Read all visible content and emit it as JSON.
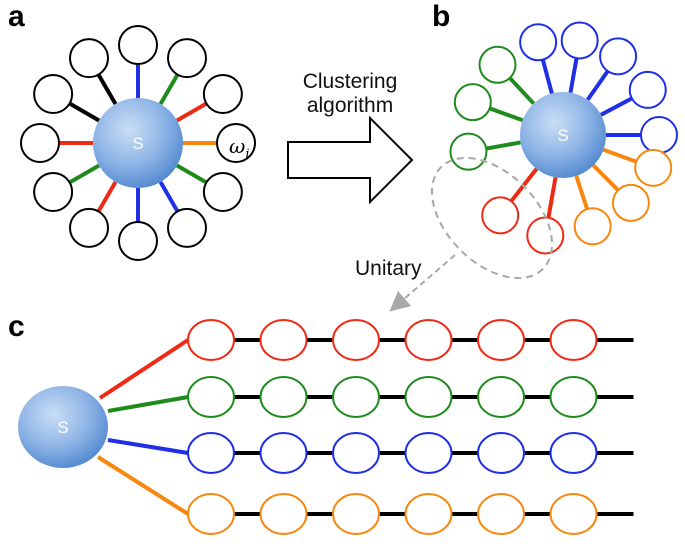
{
  "panels": {
    "a": {
      "label": "a"
    },
    "b": {
      "label": "b"
    },
    "c": {
      "label": "c"
    }
  },
  "system_label": "S",
  "mode_label": {
    "symbol": "ω",
    "subscript": "i"
  },
  "arrow_text": [
    "Clustering",
    "algorithm"
  ],
  "unitary_text": "Unitary",
  "colors": {
    "red": "#ee2a15",
    "green": "#1e8c1c",
    "blue": "#1e2fe6",
    "orange": "#f7870f",
    "black": "#000000",
    "sphere_light": "#b7d3f3",
    "sphere_dark": "#4f86cf",
    "dashed": "#a8a8a8"
  },
  "panel_a": {
    "spoke_colors": [
      "orange",
      "red",
      "green",
      "blue",
      "black",
      "black",
      "red",
      "green",
      "red",
      "blue",
      "blue",
      "green"
    ]
  },
  "panel_b": {
    "clusters": [
      {
        "color": "blue",
        "count": 5
      },
      {
        "color": "orange",
        "count": 3
      },
      {
        "color": "red",
        "count": 2
      },
      {
        "color": "green",
        "count": 3
      }
    ]
  },
  "panel_c": {
    "chains": [
      {
        "color": "red",
        "sites": 6
      },
      {
        "color": "green",
        "sites": 6
      },
      {
        "color": "blue",
        "sites": 6
      },
      {
        "color": "orange",
        "sites": 6
      }
    ]
  }
}
